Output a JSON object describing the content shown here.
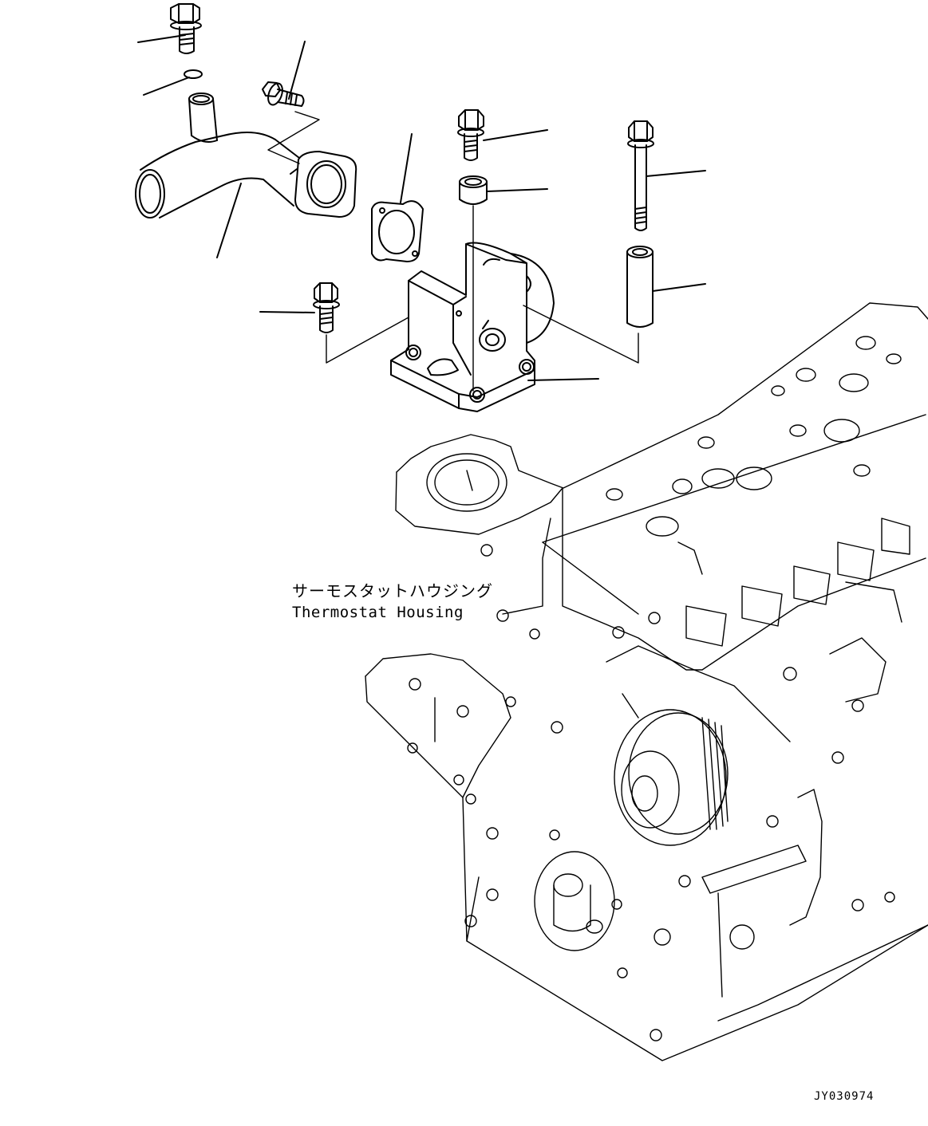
{
  "drawing": {
    "part_label_jp": "サーモスタットハウジング",
    "part_label_en": "Thermostat Housing",
    "reference_code": "JY030974"
  },
  "icons": {
    "bolt": "hex-flange-bolt-icon",
    "washer": "o-ring-icon",
    "pipe": "water-pipe-icon",
    "gasket": "gasket-icon",
    "housing": "thermostat-housing-icon",
    "engine": "engine-block-icon"
  }
}
